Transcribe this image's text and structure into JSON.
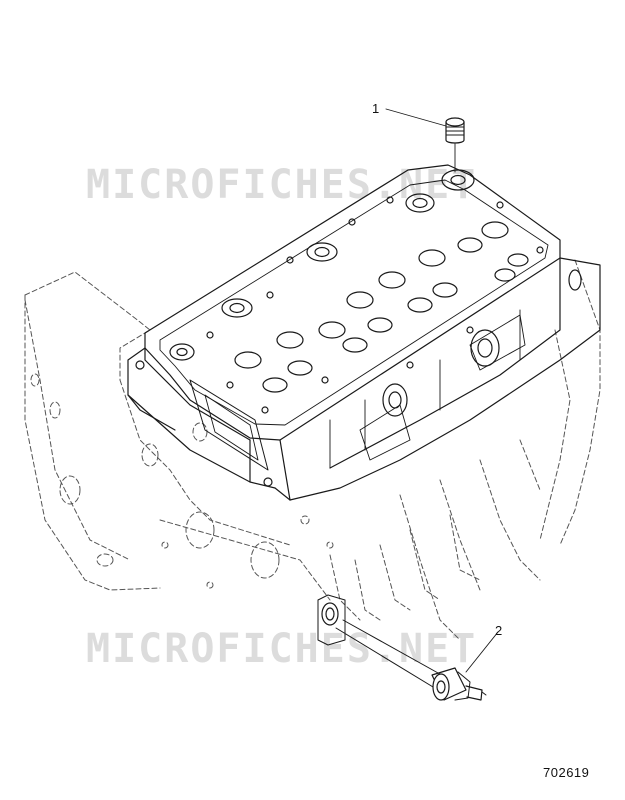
{
  "callouts": [
    {
      "number": "1",
      "part": "plug"
    },
    {
      "number": "2",
      "part": "sensor"
    }
  ],
  "figure_number": "702619",
  "watermark": "MICROFICHES.NET",
  "colors": {
    "line": "#1a1a1a",
    "dashed_line": "#555555",
    "watermark": "#d6d6d6",
    "background": "#ffffff"
  }
}
